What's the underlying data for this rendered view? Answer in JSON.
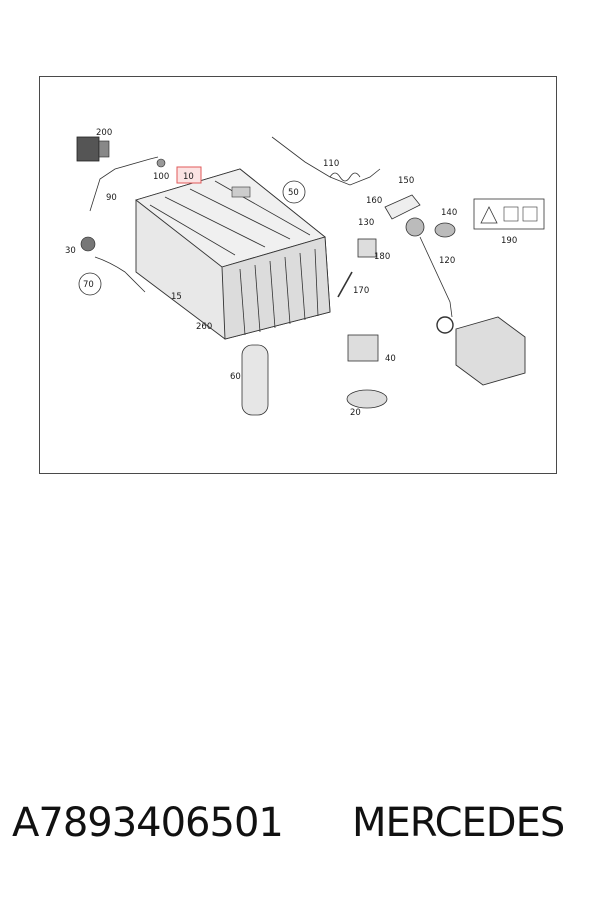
{
  "callouts": {
    "c10": "10",
    "c15": "15",
    "c20": "20",
    "c30": "30",
    "c40": "40",
    "c50": "50",
    "c60": "60",
    "c70": "70",
    "c90": "90",
    "c100": "100",
    "c110": "110",
    "c120": "120",
    "c130": "130",
    "c140": "140",
    "c150": "150",
    "c160": "160",
    "c170": "170",
    "c180": "180",
    "c190": "190",
    "c200": "200",
    "c260": "260"
  },
  "footer": {
    "part_number": "A7893406501",
    "brand": "MERCEDES"
  },
  "colors": {
    "highlight": "#e05a5a",
    "line": "#333333"
  }
}
